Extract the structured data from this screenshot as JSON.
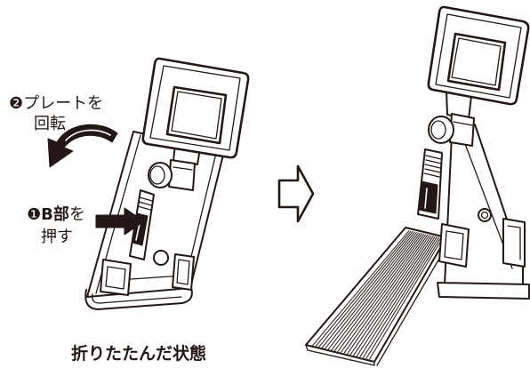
{
  "colors": {
    "ink": "#231815",
    "paper": "#ffffff"
  },
  "icons": {
    "rotate": "rotate-arrow-icon",
    "press": "press-arrow-icon",
    "next": "next-step-arrow-icon"
  },
  "labels": {
    "rotate_plate": {
      "marker": "❷",
      "line1": "プレートを",
      "line2": "回転"
    },
    "press_part_b": {
      "marker": "❶",
      "part": "B部",
      "suffix": "を",
      "line2": "押す"
    }
  },
  "caption": "折りたたんだ状態"
}
